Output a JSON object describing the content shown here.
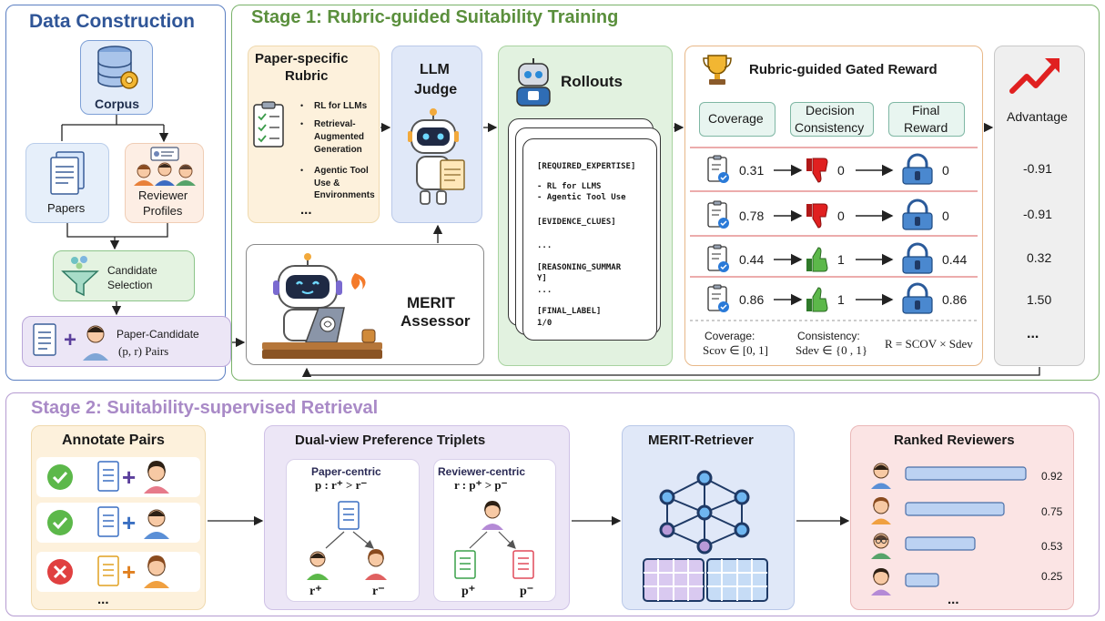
{
  "data_construction": {
    "title": "Data Construction",
    "corpus": "Corpus",
    "papers": "Papers",
    "reviewer_profiles_line1": "Reviewer",
    "reviewer_profiles_line2": "Profiles",
    "candidate_selection_line1": "Candidate",
    "candidate_selection_line2": "Selection",
    "pairs_line1": "Paper-Candidate",
    "pairs_line2": "(p, r) Pairs"
  },
  "stage1": {
    "title": "Stage 1: Rubric-guided Suitability Training",
    "rubric": {
      "title_line1": "Paper-specific",
      "title_line2": "Rubric",
      "items": [
        "RL for LLMs",
        "Retrieval-",
        "Augmented",
        "Generation",
        "Agentic Tool",
        "Use &",
        "Environments"
      ],
      "more": "..."
    },
    "judge": {
      "line1": "LLM",
      "line2": "Judge"
    },
    "assessor": {
      "line1": "MERIT",
      "line2": "Assessor"
    },
    "rollouts": {
      "title": "Rollouts",
      "doc_lines": [
        "[REQUIRED_EXPERTISE]",
        "- RL for LLMS",
        "- Agentic Tool Use",
        "[EVIDENCE_CLUES]",
        "...",
        "[REASONING_SUMMAR",
        "Y]",
        "...",
        "[FINAL_LABEL]",
        "1/0"
      ]
    },
    "reward": {
      "title": "Rubric-guided Gated Reward",
      "headers": [
        "Coverage",
        "Decision",
        "Consistency",
        "Final",
        "Reward"
      ],
      "rows": [
        {
          "coverage": "0.31",
          "decision": "0",
          "final": "0"
        },
        {
          "coverage": "0.78",
          "decision": "0",
          "final": "0"
        },
        {
          "coverage": "0.44",
          "decision": "1",
          "final": "0.44"
        },
        {
          "coverage": "0.86",
          "decision": "1",
          "final": "0.86"
        }
      ],
      "foot_coverage_label": "Coverage:",
      "foot_coverage_formula": "Scov ∈ [0, 1]",
      "foot_consistency_label": "Consistency:",
      "foot_consistency_formula": "Sdev ∈ {0 , 1}",
      "foot_reward_formula": "R = SCOV × Sdev"
    },
    "advantage": {
      "title": "Advantage",
      "values": [
        "-0.91",
        "-0.91",
        "0.32",
        "1.50"
      ],
      "more": "..."
    }
  },
  "stage2": {
    "title": "Stage 2: Suitability-supervised Retrieval",
    "annotate": {
      "title": "Annotate Pairs",
      "more": "..."
    },
    "triplets": {
      "title": "Dual-view Preference Triplets",
      "paper_centric": "Paper-centric",
      "paper_formula": "p : r⁺ > r⁻",
      "reviewer_centric": "Reviewer-centric",
      "reviewer_formula": "r : p⁺ > p⁻",
      "r_plus": "r⁺",
      "r_minus": "r⁻",
      "p_plus": "p⁺",
      "p_minus": "p⁻"
    },
    "retriever": {
      "title": "MERIT-Retriever"
    },
    "ranked": {
      "title": "Ranked Reviewers",
      "scores": [
        "0.92",
        "0.75",
        "0.53",
        "0.25"
      ],
      "more": "..."
    }
  },
  "colors": {
    "dc_border": "#5b7fc2",
    "dc_title": "#2f5597",
    "s1_border": "#79b26a",
    "s1_title": "#5a8f3c",
    "s2_border": "#b59bd1",
    "s2_title": "#a98ac7"
  }
}
